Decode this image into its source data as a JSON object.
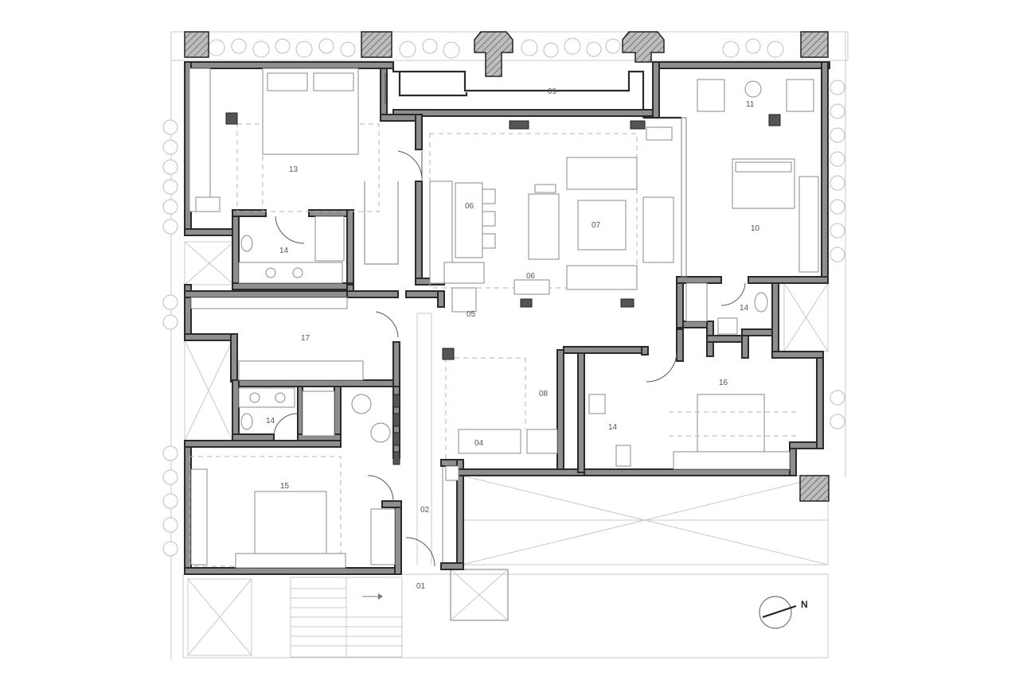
{
  "rooms": [
    {
      "id": "r01",
      "label": "01"
    },
    {
      "id": "r02",
      "label": "02"
    },
    {
      "id": "r04",
      "label": "04"
    },
    {
      "id": "r05",
      "label": "05"
    },
    {
      "id": "r06a",
      "label": "06"
    },
    {
      "id": "r06b",
      "label": "06"
    },
    {
      "id": "r07",
      "label": "07"
    },
    {
      "id": "r08",
      "label": "08"
    },
    {
      "id": "r09",
      "label": "09"
    },
    {
      "id": "r10",
      "label": "10"
    },
    {
      "id": "r11",
      "label": "11"
    },
    {
      "id": "r13",
      "label": "13"
    },
    {
      "id": "r14a",
      "label": "14"
    },
    {
      "id": "r14b",
      "label": "14"
    },
    {
      "id": "r14c",
      "label": "14"
    },
    {
      "id": "r14d",
      "label": "14"
    },
    {
      "id": "r15",
      "label": "15"
    },
    {
      "id": "r16",
      "label": "16"
    },
    {
      "id": "r17",
      "label": "17"
    }
  ],
  "north_arrow": {
    "label": "N",
    "icon": "north-arrow-icon"
  },
  "colors": {
    "wall_fill": "#8e8e8e",
    "wall_stroke": "#2a2a2a",
    "background": "#ffffff"
  }
}
